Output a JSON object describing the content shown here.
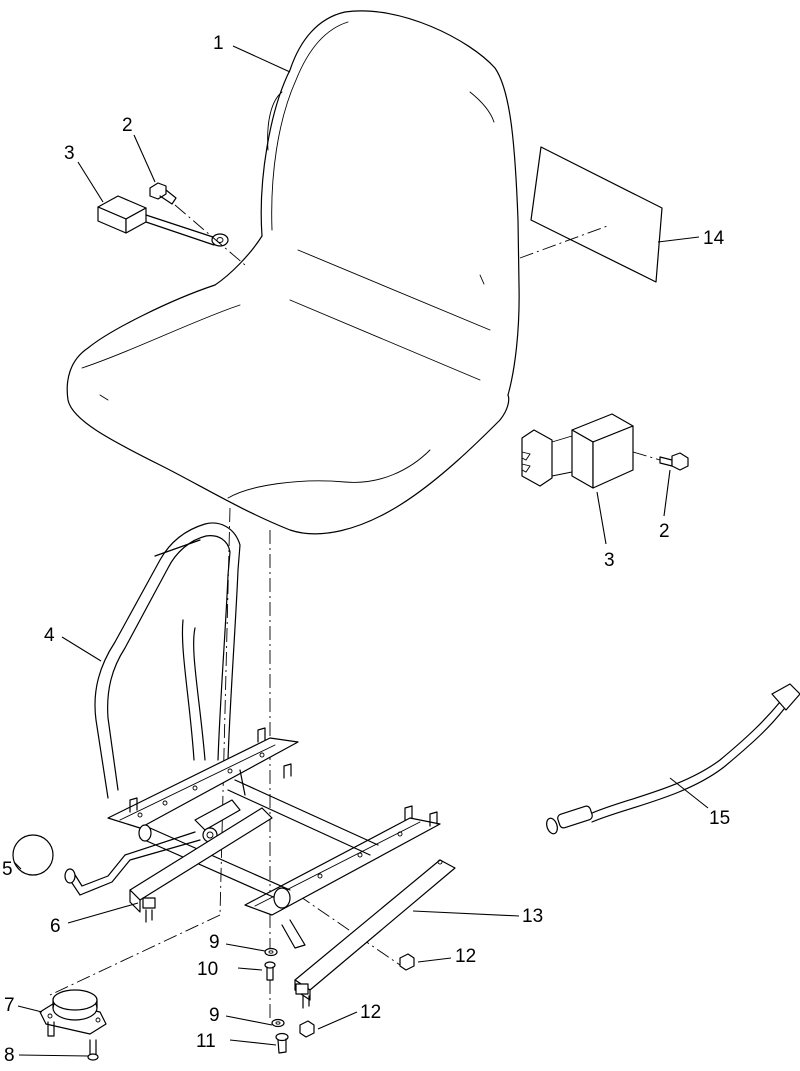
{
  "diagram": {
    "callouts": {
      "c1": "1",
      "c2a": "2",
      "c3a": "3",
      "c14": "14",
      "c3b": "3",
      "c2b": "2",
      "c4": "4",
      "c15": "15",
      "c5": "5",
      "c6": "6",
      "c13": "13",
      "c9a": "9",
      "c10": "10",
      "c12a": "12",
      "c7": "7",
      "c9b": "9",
      "c12b": "12",
      "c11": "11",
      "c8": "8"
    }
  }
}
